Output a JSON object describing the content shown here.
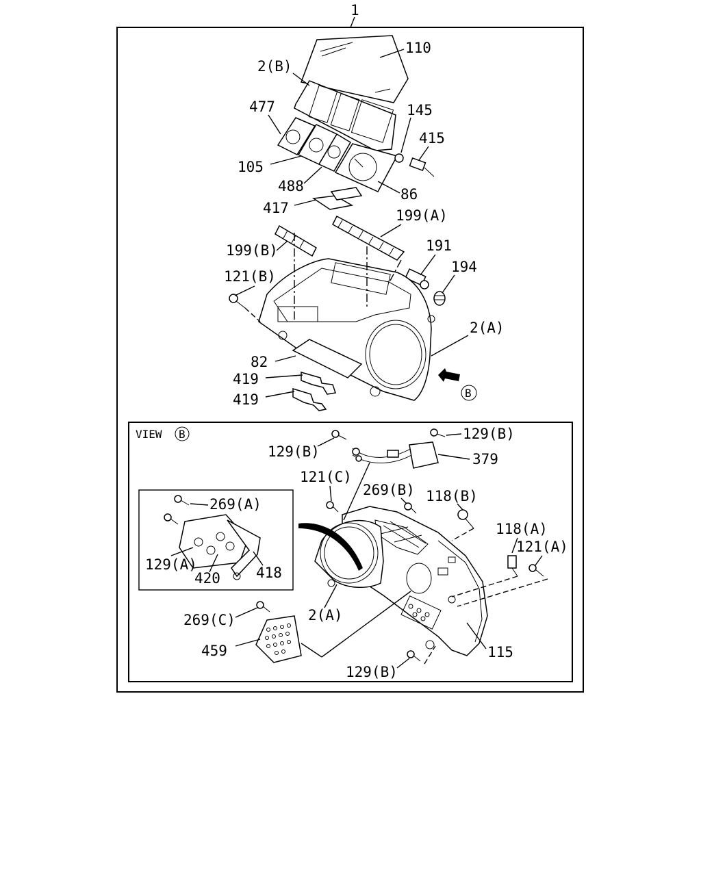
{
  "assembly_callout": "1",
  "main_labels": {
    "l110": "110",
    "l2b": "2(B)",
    "l477": "477",
    "l145": "145",
    "l415": "415",
    "l105": "105",
    "l488": "488",
    "l86": "86",
    "l417": "417",
    "l199a": "199(A)",
    "l199b": "199(B)",
    "l191": "191",
    "l194": "194",
    "l121b": "121(B)",
    "l2a": "2(A)",
    "l82": "82",
    "l419a": "419",
    "l419b": "419",
    "view_marker": "B"
  },
  "view_panel": {
    "title": "VIEW",
    "title_marker": "B",
    "l129b_top_right": "129(B)",
    "l129b_top_left": "129(B)",
    "l379": "379",
    "l121c": "121(C)",
    "l269b": "269(B)",
    "l118b": "118(B)",
    "l118a": "118(A)",
    "l121a": "121(A)",
    "l269a": "269(A)",
    "l129a": "129(A)",
    "l420": "420",
    "l418": "418",
    "l2a": "2(A)",
    "l269c": "269(C)",
    "l459": "459",
    "l115": "115",
    "l129b_bottom": "129(B)"
  }
}
